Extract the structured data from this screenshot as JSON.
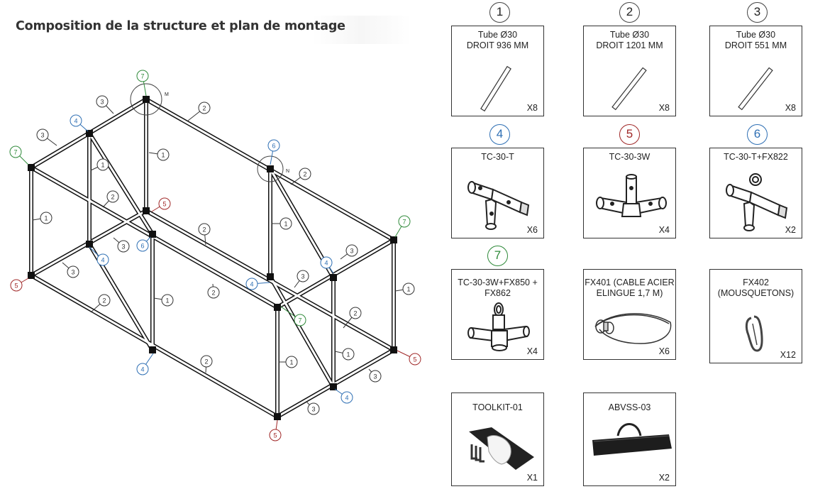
{
  "title": "Composition de la structure et plan de montage",
  "colors": {
    "frame": "#111111",
    "callout_black": "#333333",
    "callout_blue": "#2e6fb4",
    "callout_red": "#a02828",
    "callout_green": "#2f8a3a"
  },
  "diagram": {
    "callout_1": "1",
    "callout_2": "2",
    "callout_3": "3",
    "callout_4": "4",
    "callout_5": "5",
    "callout_6": "6",
    "callout_7": "7",
    "detail_m": "M",
    "detail_n": "N"
  },
  "parts": [
    {
      "number": "1",
      "name": "Tube Ø30\nDROIT  936 MM",
      "qty": "X8",
      "icon": "straight-tube-icon"
    },
    {
      "number": "2",
      "name": "Tube Ø30\nDROIT 1201 MM",
      "qty": "X8",
      "icon": "straight-tube-icon"
    },
    {
      "number": "3",
      "name": "Tube Ø30\nDROIT 551 MM",
      "qty": "X8",
      "icon": "straight-tube-icon"
    },
    {
      "number": "4",
      "name": "TC-30-T",
      "qty": "X6",
      "icon": "t-connector-icon"
    },
    {
      "number": "5",
      "name": "TC-30-3W",
      "qty": "X4",
      "icon": "three-way-connector-icon"
    },
    {
      "number": "6",
      "name": "TC-30-T+FX822",
      "qty": "X2",
      "icon": "t-connector-ring-icon"
    },
    {
      "number": "7",
      "name": "TC-30-3W+FX850 +\nFX862",
      "qty": "X4",
      "icon": "three-way-connector-ring-icon"
    },
    {
      "number": "",
      "name": "FX401 (CABLE ACIER\nELINGUE 1,7 M)",
      "qty": "X6",
      "icon": "steel-cable-icon"
    },
    {
      "number": "",
      "name": "FX402\n(MOUSQUETONS)",
      "qty": "X12",
      "icon": "carabiner-icon"
    },
    {
      "number": "",
      "name": "TOOLKIT-01",
      "qty": "X1",
      "icon": "toolkit-icon"
    },
    {
      "number": "",
      "name": "ABVSS-03",
      "qty": "X2",
      "icon": "carry-bag-icon"
    }
  ]
}
